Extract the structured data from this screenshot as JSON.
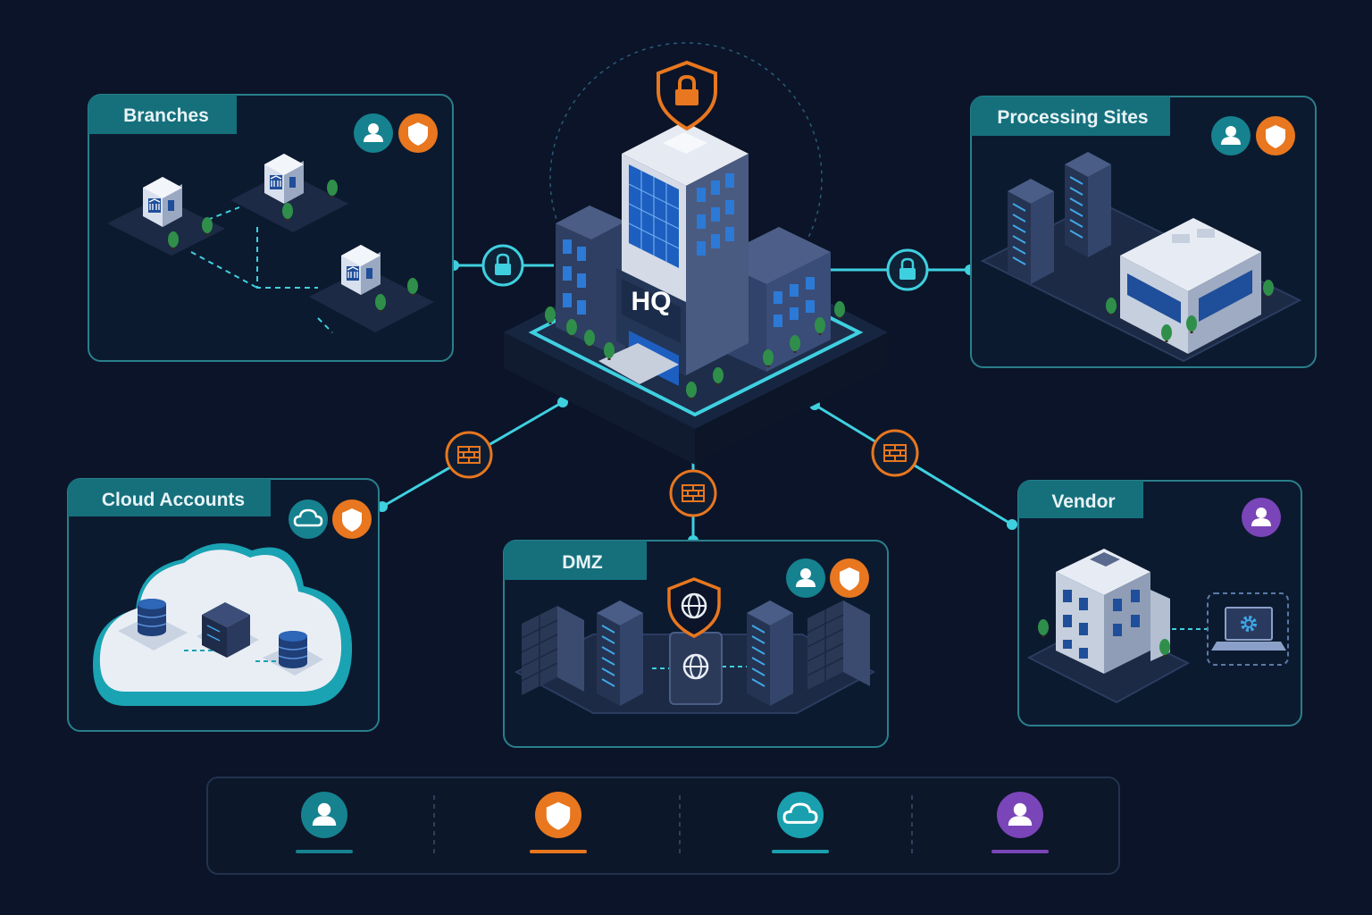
{
  "hq": {
    "label": "HQ"
  },
  "zones": {
    "branches": {
      "title": "Branches"
    },
    "processing": {
      "title": "Processing Sites"
    },
    "cloud": {
      "title": "Cloud Accounts"
    },
    "dmz": {
      "title": "DMZ"
    },
    "vendor": {
      "title": "Vendor"
    }
  },
  "legend": [
    {
      "icon": "user-icon",
      "color": "#16828f"
    },
    {
      "icon": "shield-icon",
      "color": "#e8771f"
    },
    {
      "icon": "cloud-icon",
      "color": "#1a9fae"
    },
    {
      "icon": "user-icon",
      "color": "#7a45b8"
    }
  ],
  "colors": {
    "teal": "#1b8a96",
    "orange": "#e8771f",
    "purple": "#7a45b8",
    "link": "#3fd0e0",
    "panel_border": "#2a7f8c",
    "background": "#0b1428"
  }
}
